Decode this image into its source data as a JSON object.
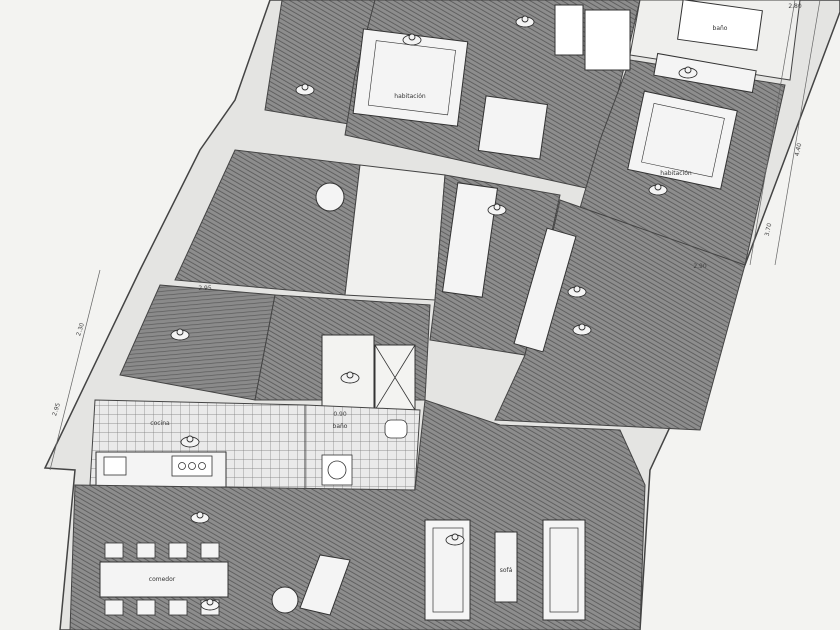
{
  "plan": {
    "colors": {
      "paper": "#f3f3f1",
      "wall": "#555555",
      "floor_hatch": "#6e6e6e",
      "floor_base": "#9a9a9a",
      "tile_line": "#777777",
      "furniture_fill": "#f4f4f4",
      "ink": "#333333"
    },
    "room_labels": {
      "bedroom_upper": "habitación",
      "bedroom_right": "habitación",
      "bath_top": "baño",
      "bath_mid": "baño",
      "kitchen": "cocina",
      "dining": "comedor",
      "sofa": "sofá"
    },
    "dimension_labels": {
      "top_right_a": "2.80",
      "right_a": "4.40",
      "right_b": "3.70",
      "left_a": "2.30",
      "left_b": "2.95",
      "mid_a": "2.95",
      "mid_b": "0.90",
      "mid_c": "2.90"
    }
  }
}
